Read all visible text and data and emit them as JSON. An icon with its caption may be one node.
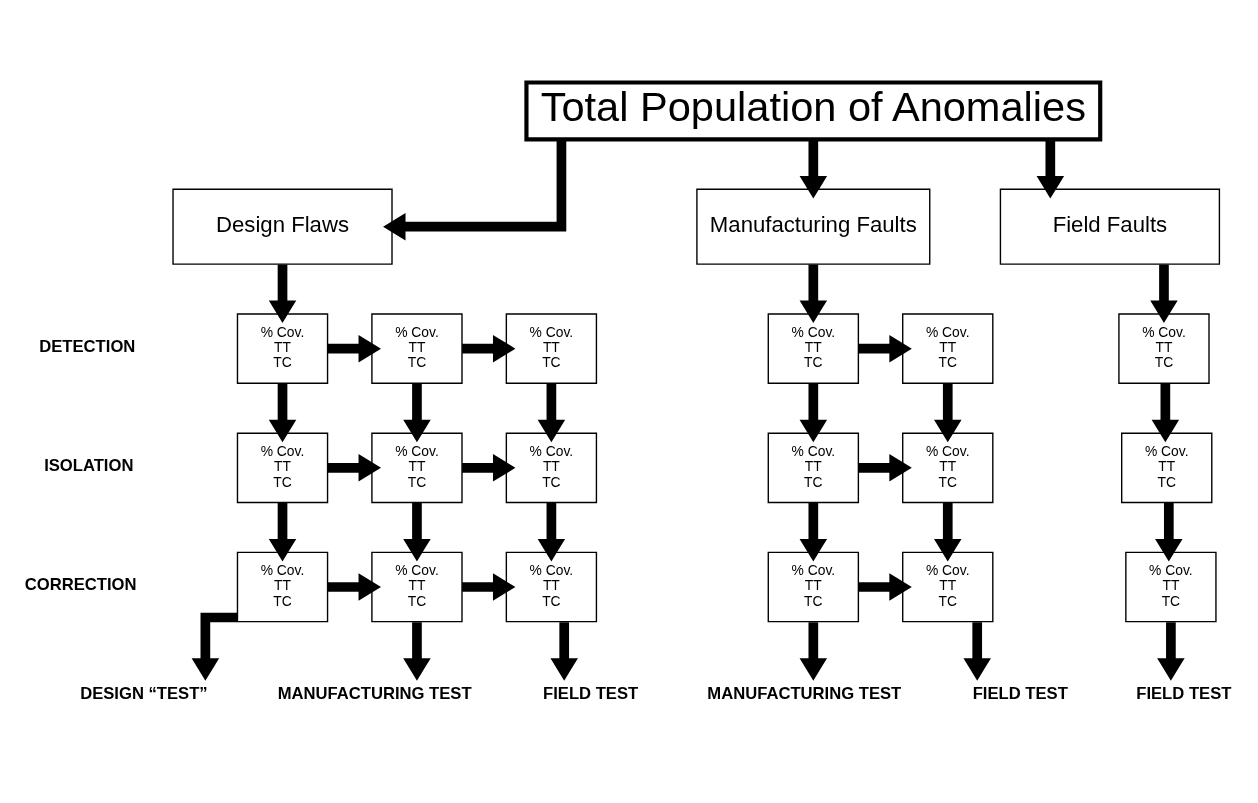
{
  "diagram": {
    "nodes": [
      {
        "text": [
          "Total Population of Anomalies"
        ]
      },
      {
        "text": [
          "Design Flaws"
        ]
      },
      {
        "text": [
          "Manufacturing Faults"
        ]
      },
      {
        "text": [
          "Field Faults"
        ]
      },
      {
        "text": [
          "% Cov.",
          "TT",
          "TC"
        ]
      },
      {
        "text": [
          "% Cov.",
          "TT",
          "TC"
        ]
      },
      {
        "text": [
          "% Cov.",
          "TT",
          "TC"
        ]
      },
      {
        "text": [
          "% Cov.",
          "TT",
          "TC"
        ]
      },
      {
        "text": [
          "% Cov.",
          "TT",
          "TC"
        ]
      },
      {
        "text": [
          "% Cov.",
          "TT",
          "TC"
        ]
      },
      {
        "text": [
          "% Cov.",
          "TT",
          "TC"
        ]
      },
      {
        "text": [
          "% Cov.",
          "TT",
          "TC"
        ]
      },
      {
        "text": [
          "% Cov.",
          "TT",
          "TC"
        ]
      },
      {
        "text": [
          "% Cov.",
          "TT",
          "TC"
        ]
      },
      {
        "text": [
          "% Cov.",
          "TT",
          "TC"
        ]
      },
      {
        "text": [
          "% Cov.",
          "TT",
          "TC"
        ]
      },
      {
        "text": [
          "% Cov.",
          "TT",
          "TC"
        ]
      },
      {
        "text": [
          "% Cov.",
          "TT",
          "TC"
        ]
      },
      {
        "text": [
          "% Cov.",
          "TT",
          "TC"
        ]
      },
      {
        "text": [
          "% Cov.",
          "TT",
          "TC"
        ]
      },
      {
        "text": [
          "% Cov.",
          "TT",
          "TC"
        ]
      },
      {
        "text": [
          "% Cov.",
          "TT",
          "TC"
        ]
      },
      {
        "text": [
          "DESIGN “TEST”"
        ]
      },
      {
        "text": [
          "MANUFACTURING TEST"
        ]
      },
      {
        "text": [
          "FIELD TEST"
        ]
      },
      {
        "text": [
          "MANUFACTURING TEST"
        ]
      },
      {
        "text": [
          "FIELD TEST"
        ]
      },
      {
        "text": [
          "FIELD TEST"
        ]
      }
    ],
    "edges": [
      {
        "from": 0,
        "to": 1,
        "arrow": "to"
      },
      {
        "from": 0,
        "to": 2,
        "arrow": "to"
      },
      {
        "from": 0,
        "to": 3,
        "arrow": "to"
      },
      {
        "from": 1,
        "to": 4,
        "arrow": "to"
      },
      {
        "from": 2,
        "to": 7,
        "arrow": "to"
      },
      {
        "from": 3,
        "to": 9,
        "arrow": "to"
      },
      {
        "from": 4,
        "to": 5,
        "arrow": "to"
      },
      {
        "from": 5,
        "to": 6,
        "arrow": "to"
      },
      {
        "from": 7,
        "to": 8,
        "arrow": "to"
      },
      {
        "from": 10,
        "to": 11,
        "arrow": "to"
      },
      {
        "from": 11,
        "to": 12,
        "arrow": "to"
      },
      {
        "from": 13,
        "to": 14,
        "arrow": "to"
      },
      {
        "from": 16,
        "to": 17,
        "arrow": "to"
      },
      {
        "from": 17,
        "to": 18,
        "arrow": "to"
      },
      {
        "from": 19,
        "to": 20,
        "arrow": "to"
      },
      {
        "from": 4,
        "to": 10,
        "arrow": "to"
      },
      {
        "from": 5,
        "to": 11,
        "arrow": "to"
      },
      {
        "from": 6,
        "to": 12,
        "arrow": "to"
      },
      {
        "from": 7,
        "to": 13,
        "arrow": "to"
      },
      {
        "from": 8,
        "to": 14,
        "arrow": "to"
      },
      {
        "from": 9,
        "to": 15,
        "arrow": "to"
      },
      {
        "from": 10,
        "to": 16,
        "arrow": "to"
      },
      {
        "from": 11,
        "to": 17,
        "arrow": "to"
      },
      {
        "from": 12,
        "to": 18,
        "arrow": "to"
      },
      {
        "from": 13,
        "to": 19,
        "arrow": "to"
      },
      {
        "from": 14,
        "to": 20,
        "arrow": "to"
      },
      {
        "from": 15,
        "to": 21,
        "arrow": "to"
      },
      {
        "from": 16,
        "to": 22,
        "arrow": "to"
      },
      {
        "from": 17,
        "to": 23,
        "arrow": "to"
      },
      {
        "from": 18,
        "to": 24,
        "arrow": "to"
      },
      {
        "from": 19,
        "to": 25,
        "arrow": "to"
      },
      {
        "from": 20,
        "to": 26,
        "arrow": "to"
      },
      {
        "from": 21,
        "to": 27,
        "arrow": "to"
      }
    ],
    "labels": [
      "DETECTION",
      "ISOLATION",
      "CORRECTION"
    ]
  }
}
